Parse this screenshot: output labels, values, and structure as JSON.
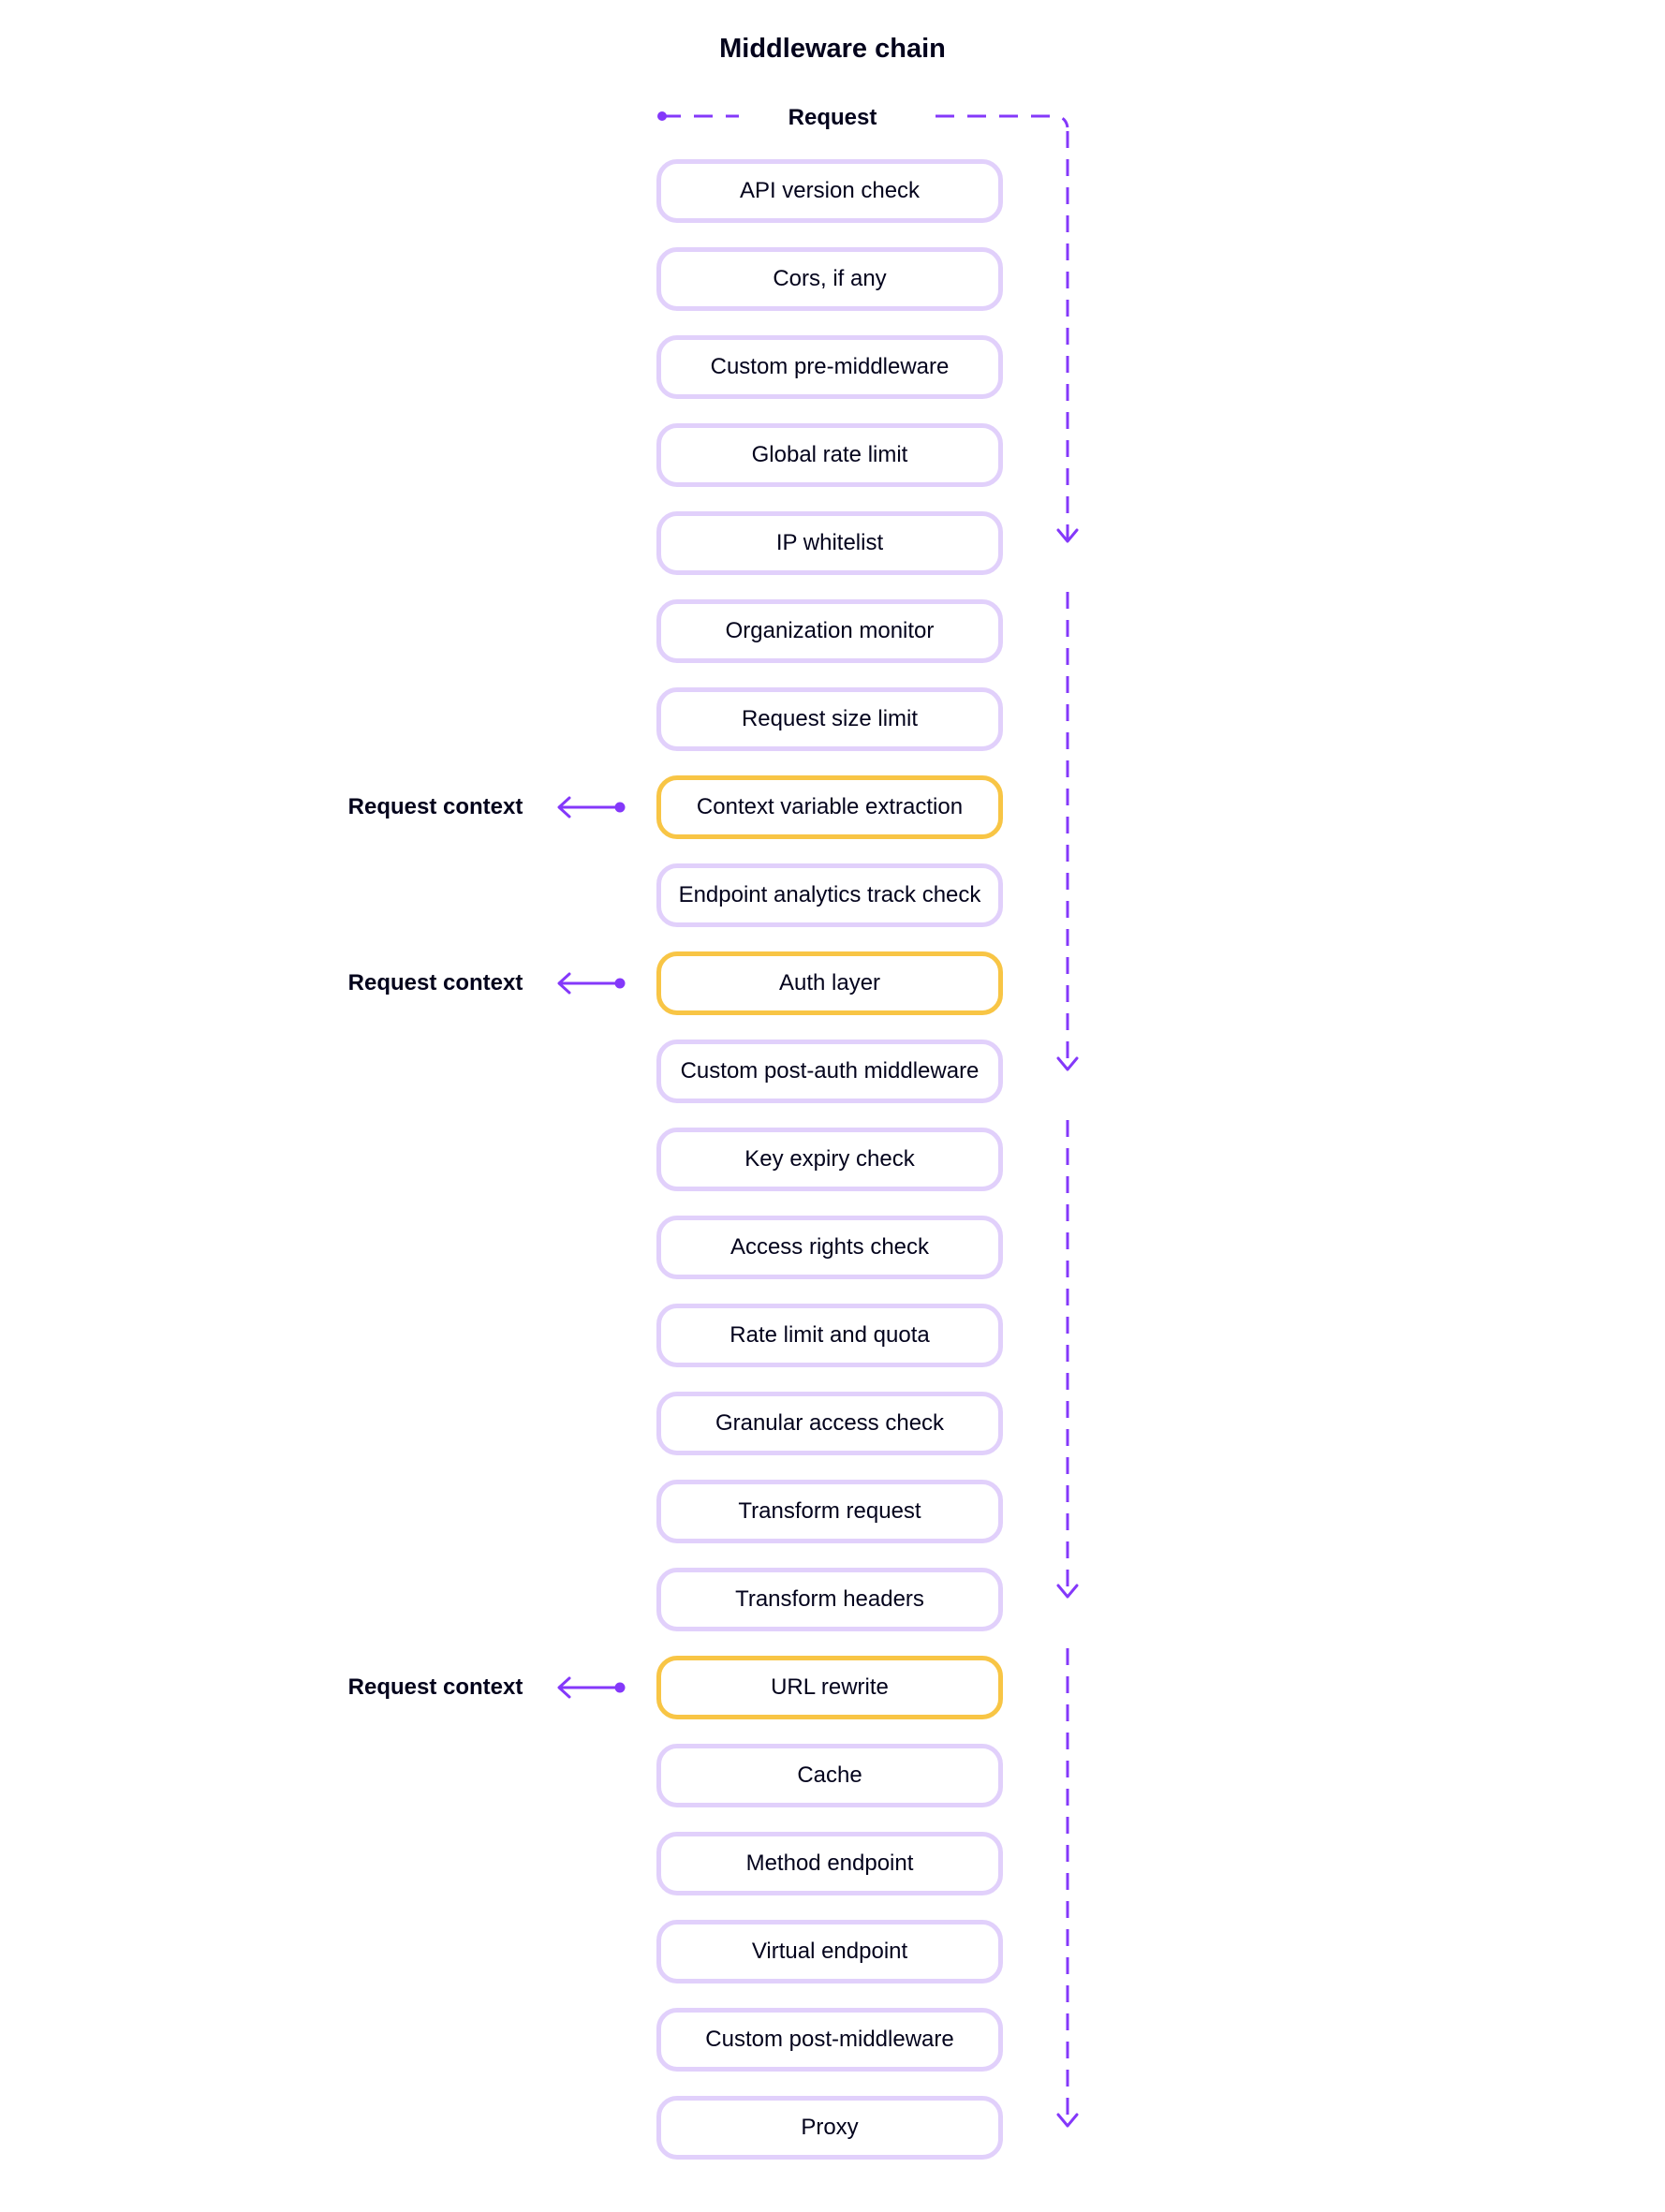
{
  "title": "Middleware chain",
  "request_label": "Request",
  "context_label": "Request context",
  "colors": {
    "accent": "#8438fa",
    "stage_border": "#e1d0fb",
    "context_border": "#f8c545",
    "text": "#03031c"
  },
  "stages": [
    {
      "label": "API version check",
      "context": false
    },
    {
      "label": "Cors, if any",
      "context": false
    },
    {
      "label": "Custom pre-middleware",
      "context": false
    },
    {
      "label": "Global rate limit",
      "context": false
    },
    {
      "label": "IP whitelist",
      "context": false
    },
    {
      "label": "Organization monitor",
      "context": false
    },
    {
      "label": "Request size limit",
      "context": false
    },
    {
      "label": "Context variable extraction",
      "context": true
    },
    {
      "label": "Endpoint analytics track check",
      "context": false
    },
    {
      "label": "Auth layer",
      "context": true
    },
    {
      "label": "Custom post-auth middleware",
      "context": false
    },
    {
      "label": "Key expiry check",
      "context": false
    },
    {
      "label": "Access rights check",
      "context": false
    },
    {
      "label": "Rate limit and quota",
      "context": false
    },
    {
      "label": "Granular access check",
      "context": false
    },
    {
      "label": "Transform request",
      "context": false
    },
    {
      "label": "Transform headers",
      "context": false
    },
    {
      "label": "URL rewrite",
      "context": true
    },
    {
      "label": "Cache",
      "context": false
    },
    {
      "label": "Method endpoint",
      "context": false
    },
    {
      "label": "Virtual endpoint",
      "context": false
    },
    {
      "label": "Custom post-middleware",
      "context": false
    },
    {
      "label": "Proxy",
      "context": false
    }
  ]
}
